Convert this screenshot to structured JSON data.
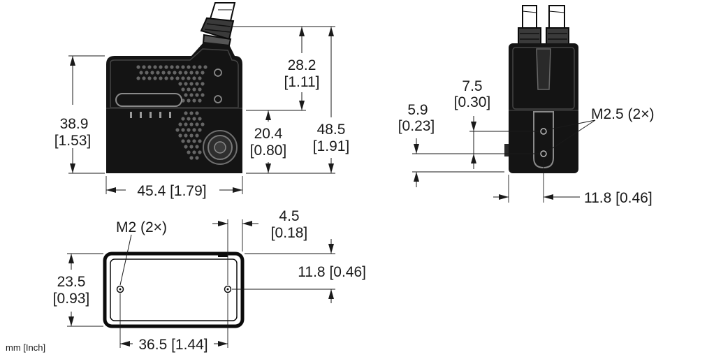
{
  "units_label": "mm [Inch]",
  "front_view": {
    "height_body": {
      "mm": "38.9",
      "inch": "[1.53]"
    },
    "height_upper": {
      "mm": "28.2",
      "inch": "[1.11]"
    },
    "height_lower": {
      "mm": "20.4",
      "inch": "[0.80]"
    },
    "height_total": {
      "mm": "48.5",
      "inch": "[1.91]"
    },
    "width": {
      "label": "45.4 [1.79]"
    }
  },
  "side_view": {
    "hole_spacing": {
      "mm": "7.5",
      "inch": "[0.30]"
    },
    "hole_offset": {
      "mm": "5.9",
      "inch": "[0.23]"
    },
    "thread": "M2.5 (2×)",
    "depth": {
      "label": "11.8 [0.46]"
    }
  },
  "bottom_view": {
    "thread": "M2 (2×)",
    "edge_offset": {
      "mm": "4.5",
      "inch": "[0.18]"
    },
    "hole_line": {
      "label": "11.8 [0.46]"
    },
    "height": {
      "mm": "23.5",
      "inch": "[0.93]"
    },
    "hole_spacing": {
      "label": "36.5 [1.44]"
    }
  }
}
